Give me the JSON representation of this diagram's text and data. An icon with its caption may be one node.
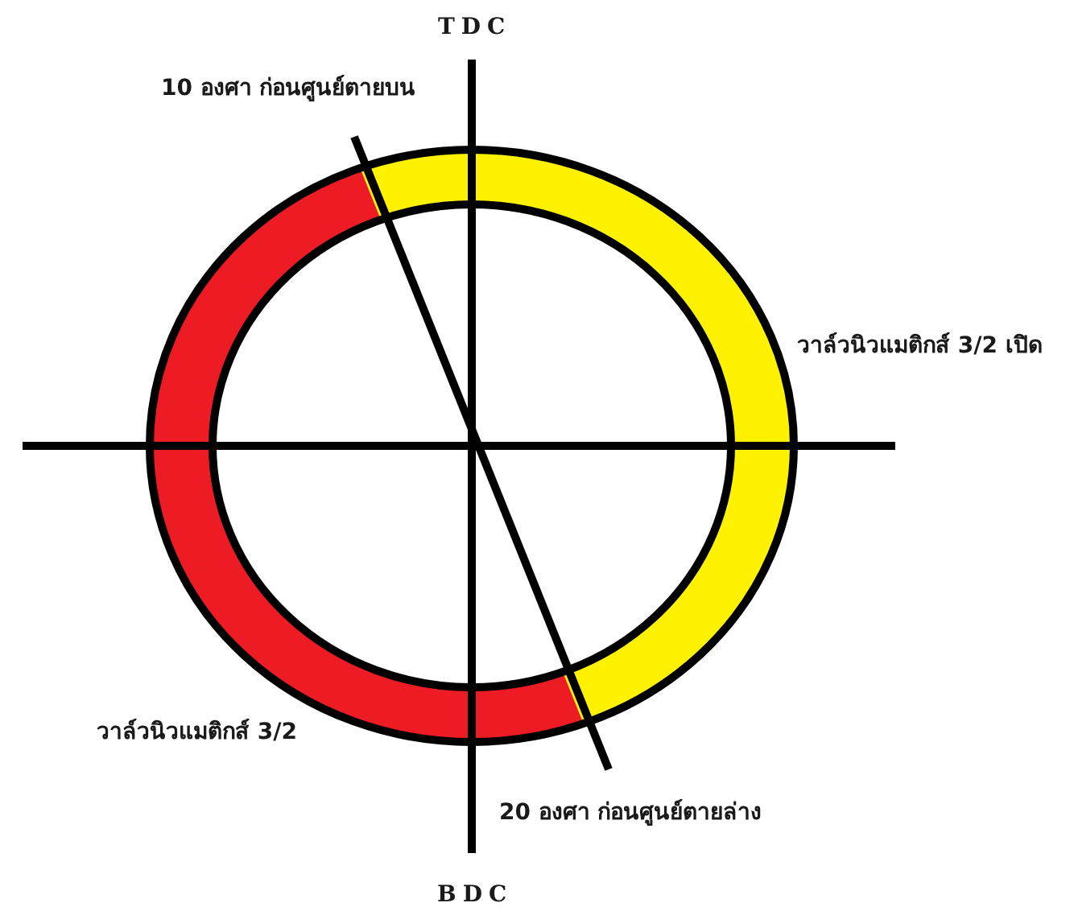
{
  "diagram": {
    "labels": [
      "TDC",
      "10 องศา ก่อนศูนย์ตายบน",
      "วาล์วนิวแมติกส์ 3/2 เปิด",
      "วาล์วนิวแมติกส์ 3/2",
      "20 องศา ก่อนศูนย์ตายล่าง",
      "BDC"
    ]
  }
}
